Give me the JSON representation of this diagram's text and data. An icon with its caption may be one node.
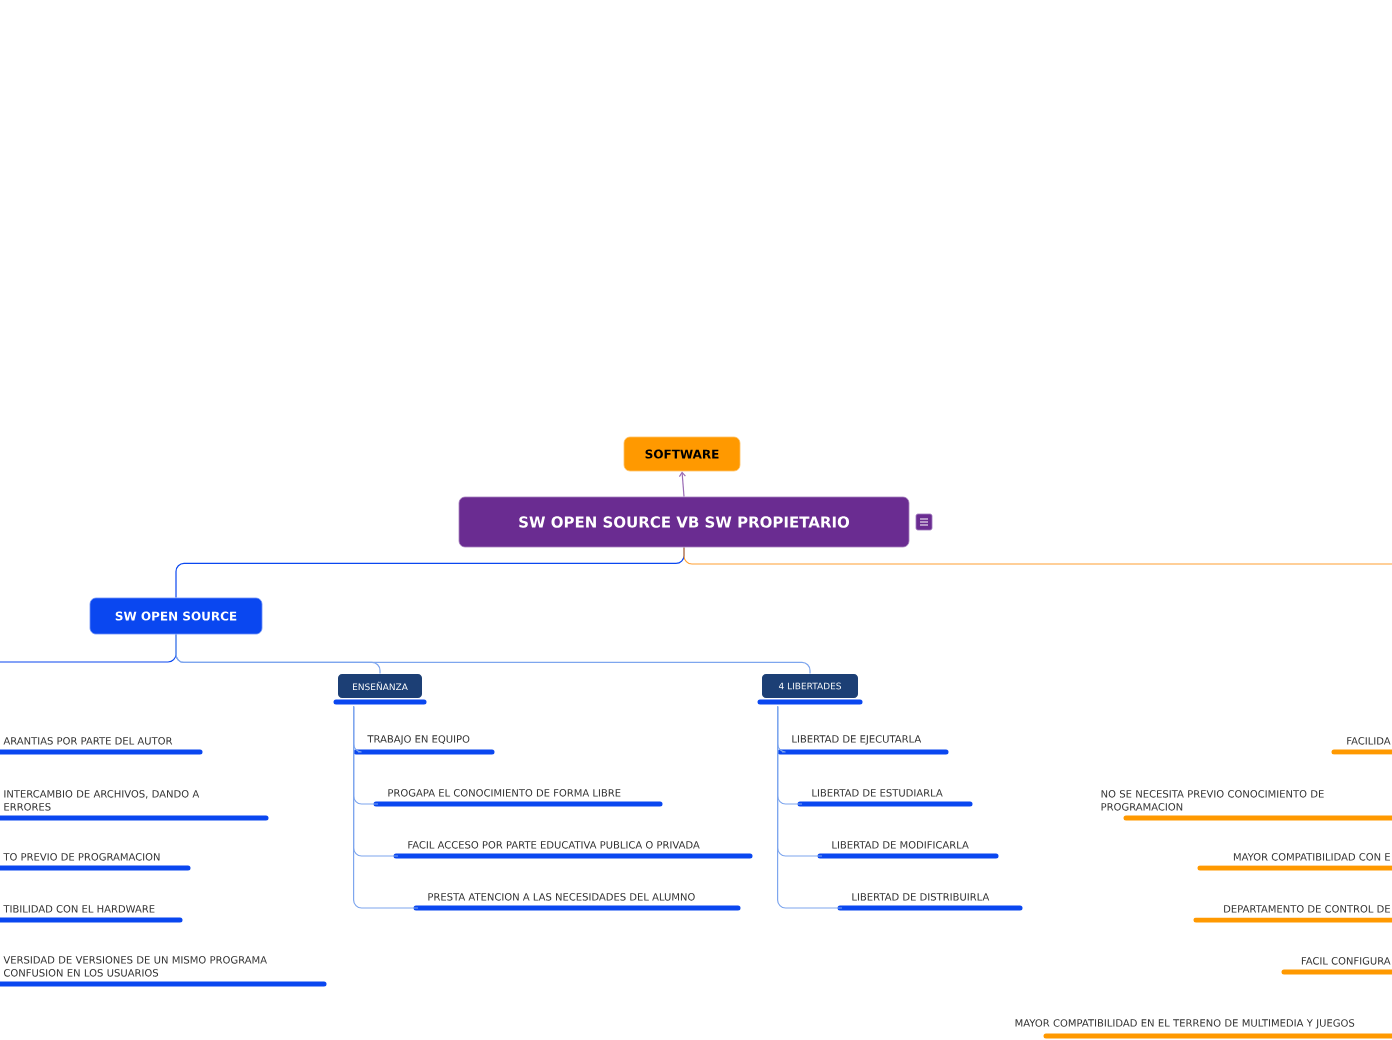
{
  "diagram": {
    "nodes": [
      {
        "text": [
          "SOFTWARE"
        ]
      },
      {
        "text": [
          "SW OPEN SOURCE VB SW  PROPIETARIO"
        ]
      },
      {
        "text": [
          "SW OPEN SOURCE"
        ]
      },
      {
        "text": [
          "ARANTIAS POR PARTE DEL AUTOR"
        ]
      },
      {
        "text": [
          "INTERCAMBIO DE ARCHIVOS, DANDO A ERRORES"
        ]
      },
      {
        "text": [
          "TO PREVIO DE PROGRAMACION"
        ]
      },
      {
        "text": [
          "TIBILIDAD CON EL HARDWARE"
        ]
      },
      {
        "text": [
          "VERSIDAD DE VERSIONES DE UN MISMO PROGRAMA CONFUSION EN LOS USUARIOS"
        ]
      },
      {
        "text": [
          "ENSEÑANZA"
        ]
      },
      {
        "text": [
          "TRABAJO EN EQUIPO"
        ]
      },
      {
        "text": [
          "PROGAPA EL CONOCIMIENTO DE FORMA LIBRE"
        ]
      },
      {
        "text": [
          "FACIL ACCESO POR PARTE EDUCATIVA PUBLICA O PRIVADA"
        ]
      },
      {
        "text": [
          "PRESTA ATENCION A LAS NECESIDADES DEL ALUMNO"
        ]
      },
      {
        "text": [
          "4 LIBERTADES"
        ]
      },
      {
        "text": [
          "LIBERTAD DE EJECUTARLA"
        ]
      },
      {
        "text": [
          "LIBERTAD DE ESTUDIARLA"
        ]
      },
      {
        "text": [
          "LIBERTAD DE MODIFICARLA"
        ]
      },
      {
        "text": [
          "LIBERTAD DE DISTRIBUIRLA"
        ]
      },
      {
        "text": [
          "FACILIDA"
        ]
      },
      {
        "text": [
          "NO SE NECESITA PREVIO CONOCIMIENTO DE PROGRAMACION"
        ]
      },
      {
        "text": [
          "MAYOR COMPATIBILIDAD CON E"
        ]
      },
      {
        "text": [
          "DEPARTAMENTO DE CONTROL DE"
        ]
      },
      {
        "text": [
          "FACIL CONFIGURA"
        ]
      },
      {
        "text": [
          "MAYOR COMPATIBILIDAD EN EL TERRENO DE MULTIMEDIA Y JUEGOS"
        ]
      }
    ],
    "edges": [
      {
        "from": 1,
        "to": 0,
        "arrow": "to",
        "color": "#9a6bb5"
      },
      {
        "from": 1,
        "to": 2,
        "arrow": "none",
        "color": "#0a47f0"
      },
      {
        "from": 1,
        "to": null,
        "arrow": "none",
        "color": "#ffa033"
      },
      {
        "from": 2,
        "to": null,
        "arrow": "none",
        "color": "#0a47f0"
      },
      {
        "from": 2,
        "to": 8,
        "arrow": "none"
      },
      {
        "from": 2,
        "to": 13,
        "arrow": "none"
      },
      {
        "from": 8,
        "to": 9,
        "arrow": "none"
      },
      {
        "from": 8,
        "to": 10,
        "arrow": "none"
      },
      {
        "from": 8,
        "to": 11,
        "arrow": "none"
      },
      {
        "from": 8,
        "to": 12,
        "arrow": "none"
      },
      {
        "from": 13,
        "to": 14,
        "arrow": "none"
      },
      {
        "from": 13,
        "to": 15,
        "arrow": "none"
      },
      {
        "from": 13,
        "to": 16,
        "arrow": "none"
      },
      {
        "from": 13,
        "to": 17,
        "arrow": "none"
      }
    ]
  }
}
